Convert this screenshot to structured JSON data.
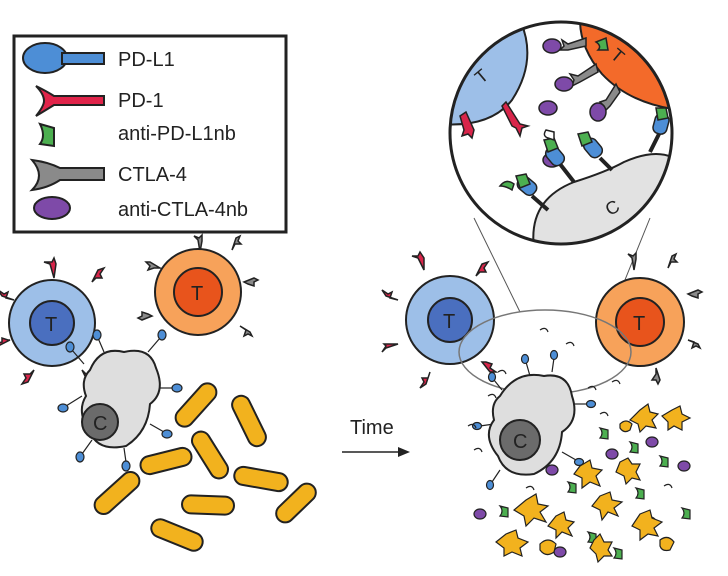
{
  "legend": {
    "items": [
      {
        "key": "pdl1",
        "label": "PD-L1",
        "color": "#5b93d3"
      },
      {
        "key": "pd1",
        "label": "PD-1",
        "color": "#d8254a"
      },
      {
        "key": "antipdl1nb",
        "label": "anti-PD-L1nb",
        "color": "#4caf50"
      },
      {
        "key": "ctla4",
        "label": "CTLA-4",
        "color": "#8a8a8a"
      },
      {
        "key": "antictla4nb",
        "label": "anti-CTLA-4nb",
        "color": "#7e4aa8"
      }
    ]
  },
  "cells": {
    "t_cell_letter": "T",
    "cancer_cell_letter": "C"
  },
  "arrow": {
    "label": "Time"
  },
  "colors": {
    "t_cell_blue": "#9dbfe8",
    "t_cell_blue_core": "#4a6fbf",
    "t_cell_orange": "#f7a25a",
    "t_cell_orange_core": "#e8541c",
    "cancer_cell": "#dedede",
    "cancer_core": "#6b6b6b",
    "bacteria": "#f2b21e"
  }
}
